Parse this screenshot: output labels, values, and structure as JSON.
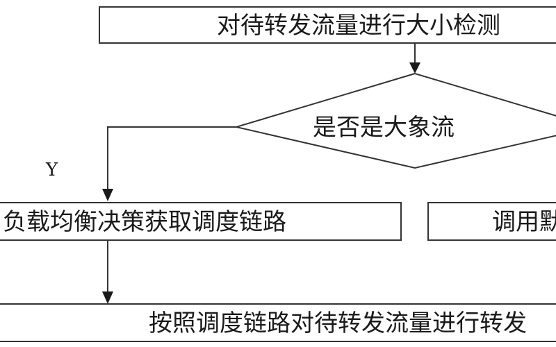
{
  "diagram": {
    "title": "",
    "nodes": {
      "top_box": {
        "label": "对待转发流量进行大小检测"
      },
      "decision": {
        "label": "是否是大象流"
      },
      "left_box": {
        "label": "负载均衡决策获取调度链路"
      },
      "right_box": {
        "label": "调用默认路由"
      },
      "bottom_box": {
        "label": "按照调度链路对待转发流量进行转发"
      }
    },
    "edges": {
      "yes_label": "Y"
    }
  }
}
